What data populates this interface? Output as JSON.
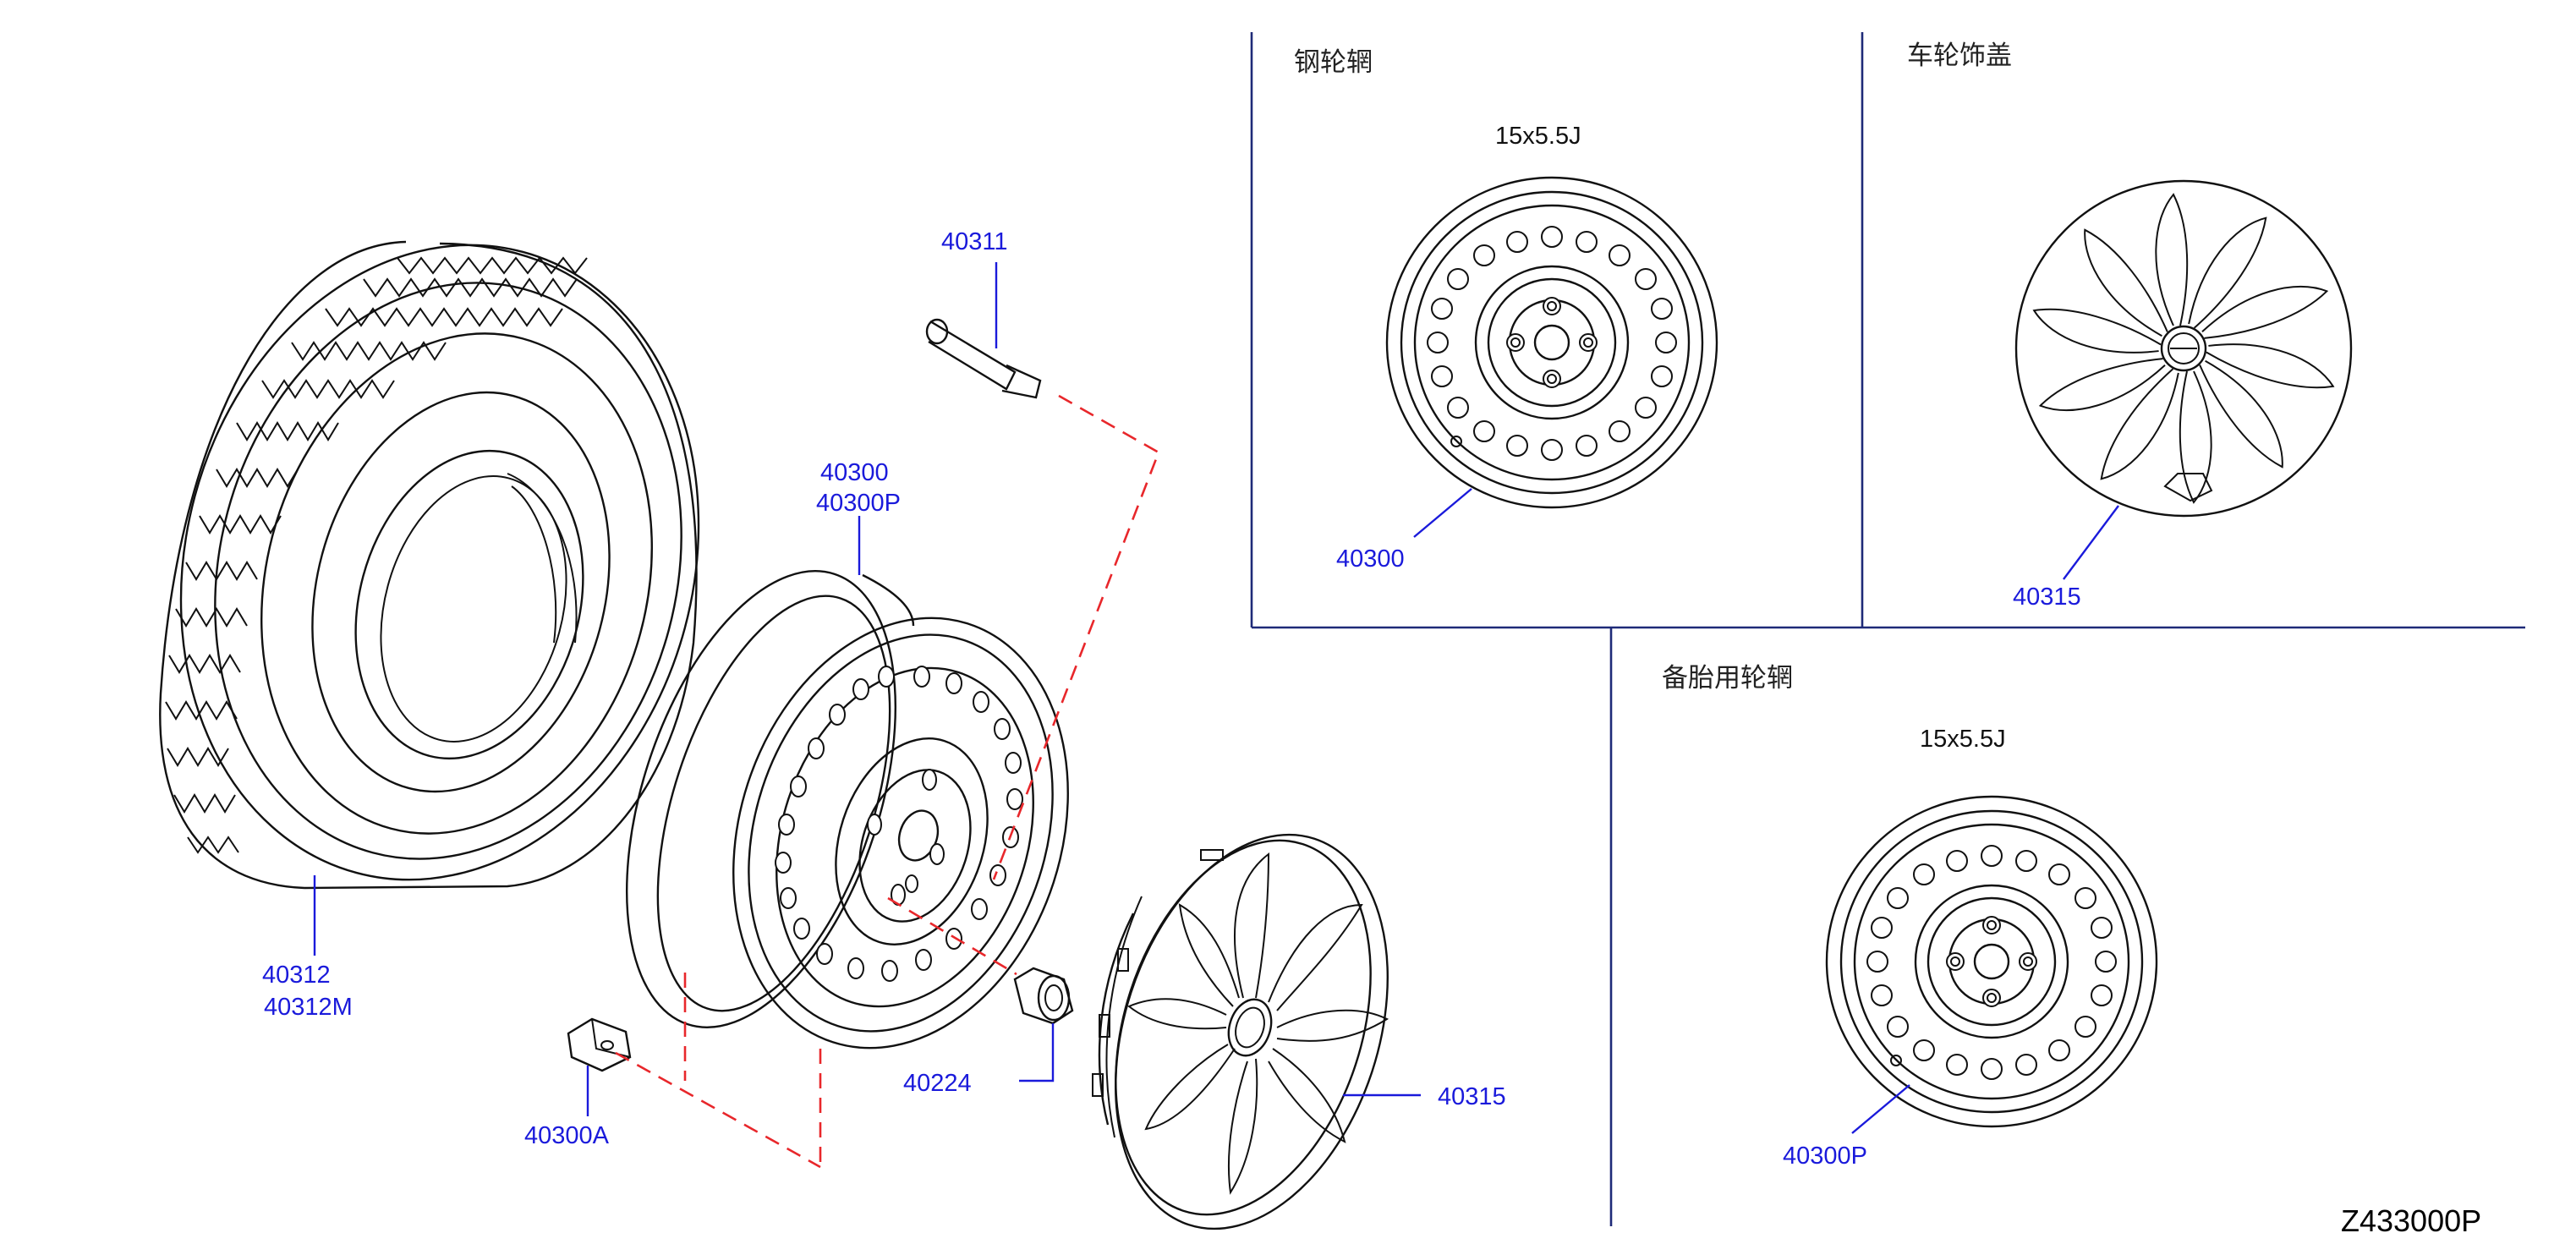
{
  "colors": {
    "callout": "#1a1adb",
    "frame": "#1e2a78",
    "dash": "#e8272b",
    "ink": "#111111"
  },
  "parts": {
    "tire": [
      "40312",
      "40312M"
    ],
    "valve": "40311",
    "wheel": [
      "40300",
      "40300P"
    ],
    "sensor": "40300A",
    "nut": "40224",
    "cover": "40315"
  },
  "panels": {
    "steel_wheel": {
      "title": "钢轮辋",
      "size": "15x5.5J",
      "part": "40300"
    },
    "wheel_cover": {
      "title": "车轮饰盖",
      "part": "40315"
    },
    "spare_wheel": {
      "title": "备胎用轮辋",
      "size": "15x5.5J",
      "part": "40300P"
    }
  },
  "drawing_code": "Z433000P"
}
